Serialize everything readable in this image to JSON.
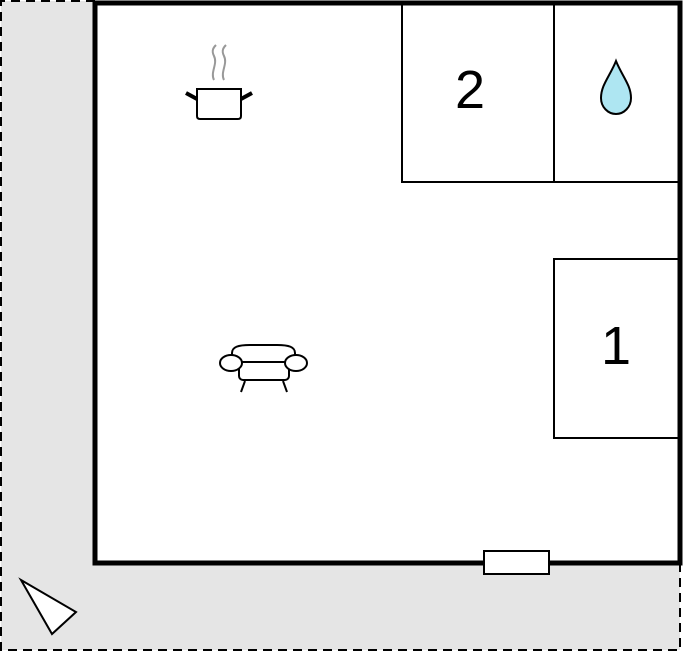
{
  "plan": {
    "rooms": [
      {
        "id": "bedroom-2",
        "label": "2"
      },
      {
        "id": "bedroom-1",
        "label": "1"
      }
    ],
    "icons": {
      "kitchen": "cooking-pot-icon",
      "bathroom": "water-drop-icon",
      "living": "sofa-icon",
      "orientation": "compass-arrow-icon",
      "entrance": "door-icon"
    },
    "colors": {
      "terrace": "#e5e5e5",
      "walls": "#000000",
      "water": "#aee6f2",
      "steam": "#999999"
    }
  }
}
